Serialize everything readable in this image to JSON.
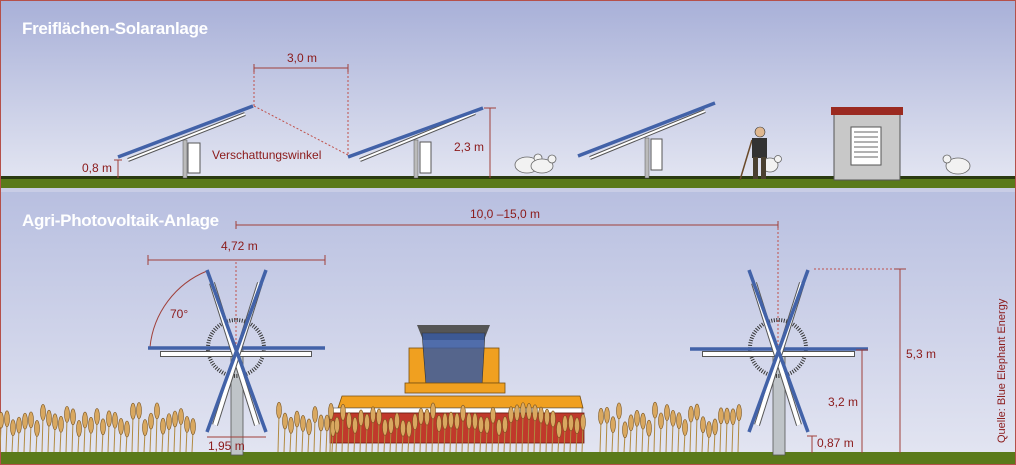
{
  "top_section": {
    "title": "Freiflächen-Solaranlage",
    "row_spacing": "3,0 m",
    "lower_edge_height": "0,8 m",
    "shading_angle_label": "Verschattungswinkel",
    "upper_edge_height": "2,3 m"
  },
  "bottom_section": {
    "title": "Agri-Photovoltaik-Anlage",
    "row_spacing": "10,0 –15,0 m",
    "panel_width": "4,72 m",
    "tilt_angle": "70°",
    "bottom_width": "1,95 m",
    "max_height": "5,3 m",
    "axis_height": "3,2 m",
    "min_clearance": "0,87 m"
  },
  "source": "Quelle: Blue Elephant Energy",
  "colors": {
    "border": "#b5504a",
    "dimension": "#8b1a1a",
    "panel": "#4262a8",
    "grass": "#5a7a1a",
    "harvester": "#f0a020"
  }
}
